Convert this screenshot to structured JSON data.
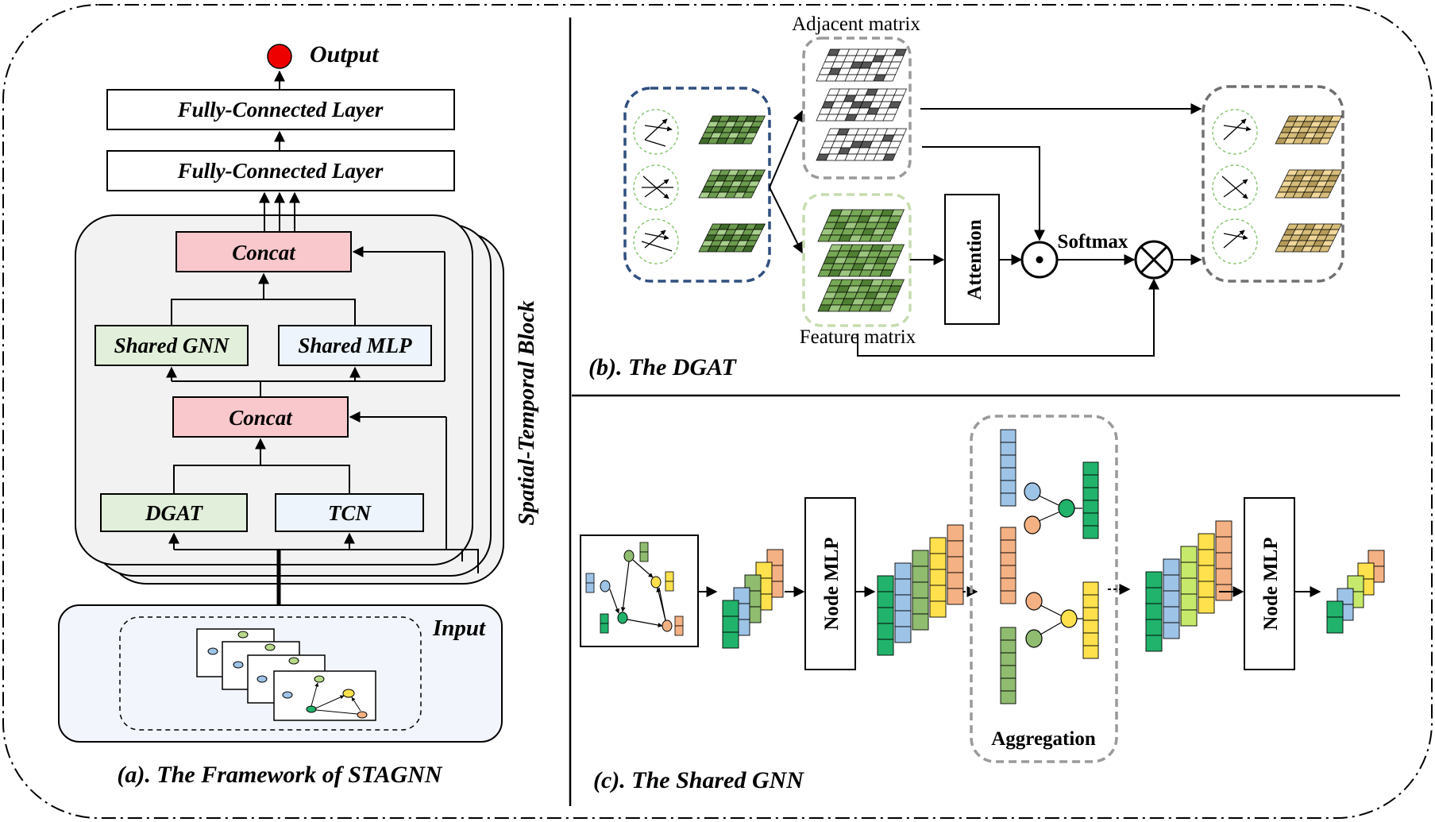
{
  "panel_a": {
    "output_label": "Output",
    "fc_top": "Fully-Connected Layer",
    "fc_bottom": "Fully-Connected Layer",
    "concat_top": "Concat",
    "shared_gnn": "Shared GNN",
    "shared_mlp": "Shared MLP",
    "concat_bottom": "Concat",
    "dgat": "DGAT",
    "tcn": "TCN",
    "block_label": "Spatial-Temporal Block",
    "input_label": "Input",
    "caption": "(a). The Framework of STAGNN"
  },
  "panel_b": {
    "adjacent_label": "Adjacent matrix",
    "feature_label": "Feature matrix",
    "attention": "Attention",
    "softmax": "Softmax",
    "caption": "(b). The DGAT"
  },
  "panel_c": {
    "node_mlp_1": "Node MLP",
    "node_mlp_2": "Node MLP",
    "aggregation": "Aggregation",
    "caption": "(c). The Shared GNN"
  },
  "colors": {
    "concat_fill": "#f8c8cc",
    "gnn_fill": "#e2efda",
    "mlp_fill": "#edf4fb",
    "dgat_fill": "#e2efda",
    "tcn_fill": "#edf4fb",
    "block_fill": "#f2f2f2",
    "input_fill": "#f2f5fb",
    "output_dot": "#ee0000",
    "navy_dash": "#2f4f7f",
    "grey_dash": "#9a9a9a",
    "green_dash": "#c6dcb0",
    "feature_green": "#76a855",
    "adj_dark": "#555555",
    "agg_blue": "#9dc3e6",
    "agg_orange": "#f4b183",
    "agg_green": "#8fbc6f",
    "node_green": "#21b36b",
    "node_yellow": "#ffe14d"
  }
}
